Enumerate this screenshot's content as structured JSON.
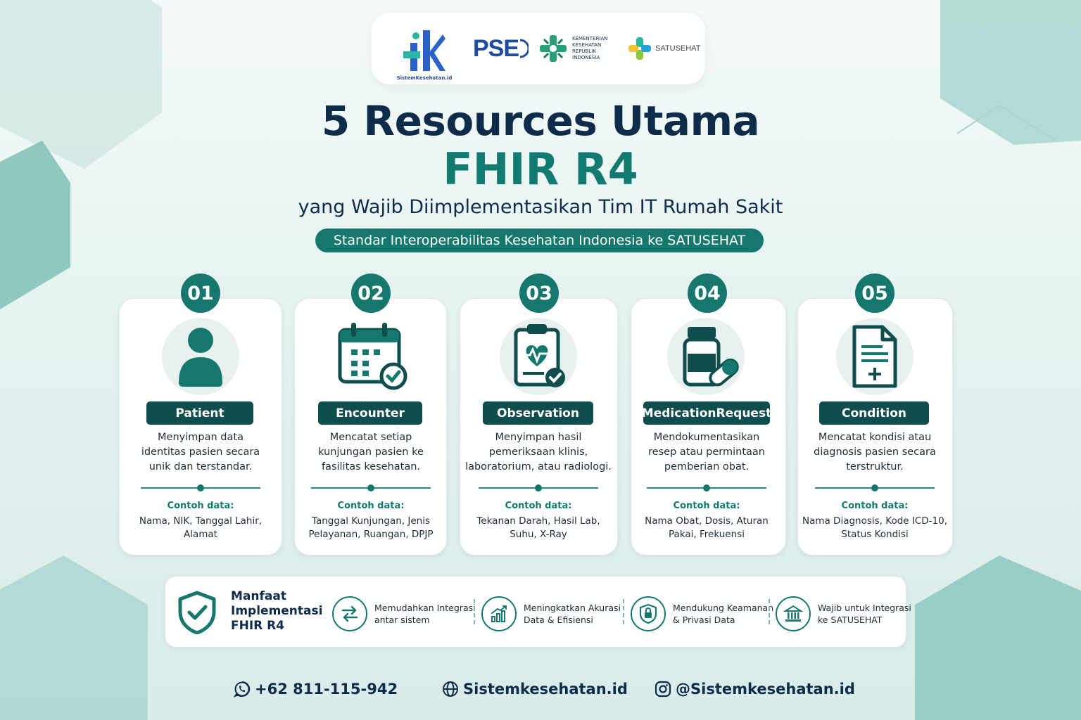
{
  "logos": {
    "sk_caption": "SistemKesehatan.id",
    "pse": "PSE",
    "kemenkes": [
      "KEMENTERIAN",
      "KESEHATAN",
      "REPUBLIK",
      "INDONESIA"
    ],
    "satusehat": "SATUSEHAT"
  },
  "header": {
    "title_line1": "5 Resources Utama",
    "title_line2": "FHIR R4",
    "subtitle": "yang Wajib Diimplementasikan Tim IT Rumah Sakit",
    "badge": "Standar Interoperabilitas Kesehatan Indonesia ke SATUSEHAT"
  },
  "resources": [
    {
      "number": "01",
      "name": "Patient",
      "icon": "person-icon",
      "desc": [
        "Menyimpan data",
        "identitas pasien secara",
        "unik dan terstandar."
      ],
      "example_title": "Contoh data:",
      "example": [
        "Nama, NIK, Tanggal Lahir,",
        "Alamat"
      ]
    },
    {
      "number": "02",
      "name": "Encounter",
      "icon": "calendar-check-icon",
      "desc": [
        "Mencatat setiap",
        "kunjungan pasien ke",
        "fasilitas kesehatan."
      ],
      "example_title": "Contoh data:",
      "example": [
        "Tanggal Kunjungan, Jenis",
        "Pelayanan, Ruangan, DPJP"
      ]
    },
    {
      "number": "03",
      "name": "Observation",
      "icon": "clipboard-heart-icon",
      "desc": [
        "Menyimpan hasil",
        "pemeriksaan klinis,",
        "laboratorium, atau radiologi."
      ],
      "example_title": "Contoh data:",
      "example": [
        "Tekanan Darah, Hasil Lab,",
        "Suhu, X-Ray"
      ]
    },
    {
      "number": "04",
      "name": "MedicationRequest",
      "icon": "medicine-bottle-icon",
      "desc": [
        "Mendokumentasikan",
        "resep atau permintaan",
        "pemberian obat."
      ],
      "example_title": "Contoh data:",
      "example": [
        "Nama Obat, Dosis, Aturan",
        "Pakai, Frekuensi"
      ]
    },
    {
      "number": "05",
      "name": "Condition",
      "icon": "document-plus-icon",
      "desc": [
        "Mencatat kondisi atau",
        "diagnosis pasien secara",
        "terstruktur."
      ],
      "example_title": "Contoh data:",
      "example": [
        "Nama Diagnosis, Kode ICD-10,",
        "Status Kondisi"
      ]
    }
  ],
  "benefits": {
    "title": [
      "Manfaat",
      "Implementasi",
      "FHIR R4"
    ],
    "items": [
      {
        "icon": "swap-arrows-icon",
        "text": [
          "Memudahkan Integrasi",
          "antar sistem"
        ]
      },
      {
        "icon": "chart-growth-icon",
        "text": [
          "Meningkatkan Akurasi",
          "Data & Efisiensi"
        ]
      },
      {
        "icon": "shield-lock-icon",
        "text": [
          "Mendukung Keamanan",
          "& Privasi Data"
        ]
      },
      {
        "icon": "government-building-icon",
        "text": [
          "Wajib untuk Integrasi",
          "ke SATUSEHAT"
        ]
      }
    ]
  },
  "footer": {
    "phone": "+62 811-115-942",
    "website": "Sistemkesehatan.id",
    "instagram": "@Sistemkesehatan.id"
  },
  "colors": {
    "primary": "#16786d",
    "dark": "#0f2b4a",
    "label_bg": "#0f4e4c"
  }
}
